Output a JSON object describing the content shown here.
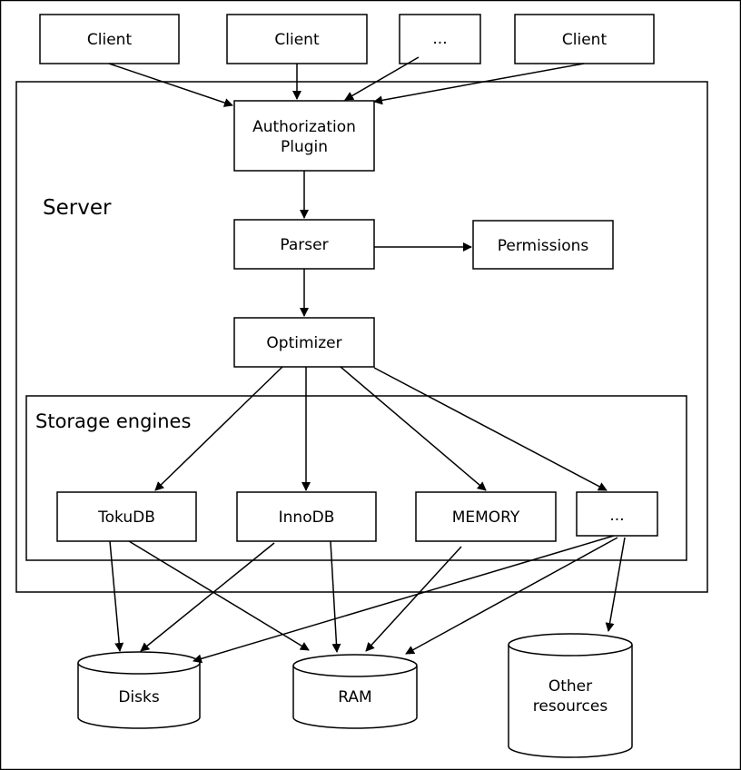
{
  "diagram": {
    "clients": [
      "Client",
      "Client",
      "...",
      "Client"
    ],
    "server_label": "Server",
    "authorization_plugin": [
      "Authorization",
      "Plugin"
    ],
    "parser": "Parser",
    "permissions": "Permissions",
    "optimizer": "Optimizer",
    "storage_engines_label": "Storage engines",
    "engines": [
      "TokuDB",
      "InnoDB",
      "MEMORY",
      "..."
    ],
    "resources": {
      "disks": "Disks",
      "ram": "RAM",
      "other": [
        "Other",
        "resources"
      ]
    }
  },
  "colors": {
    "stroke": "#000000",
    "background": "#ffffff"
  }
}
